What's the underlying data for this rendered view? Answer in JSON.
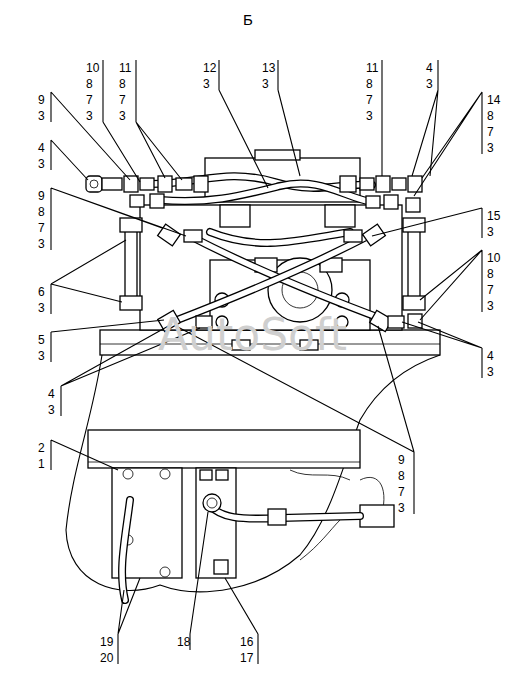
{
  "diagram": {
    "title": "Б",
    "labels": [
      "10",
      "8",
      "7",
      "3",
      "11",
      "8",
      "7",
      "3",
      "12",
      "3",
      "13",
      "3",
      "11",
      "8",
      "7",
      "3",
      "4",
      "3",
      "9",
      "3",
      "14",
      "8",
      "7",
      "3",
      "4",
      "3",
      "9",
      "8",
      "7",
      "3",
      "15",
      "3",
      "6",
      "3",
      "10",
      "8",
      "7",
      "3",
      "5",
      "3",
      "4",
      "3",
      "4",
      "3",
      "2",
      "1",
      "9",
      "8",
      "7",
      "3",
      "19",
      "20",
      "18",
      "16",
      "17",
      "AutoSoft"
    ]
  }
}
